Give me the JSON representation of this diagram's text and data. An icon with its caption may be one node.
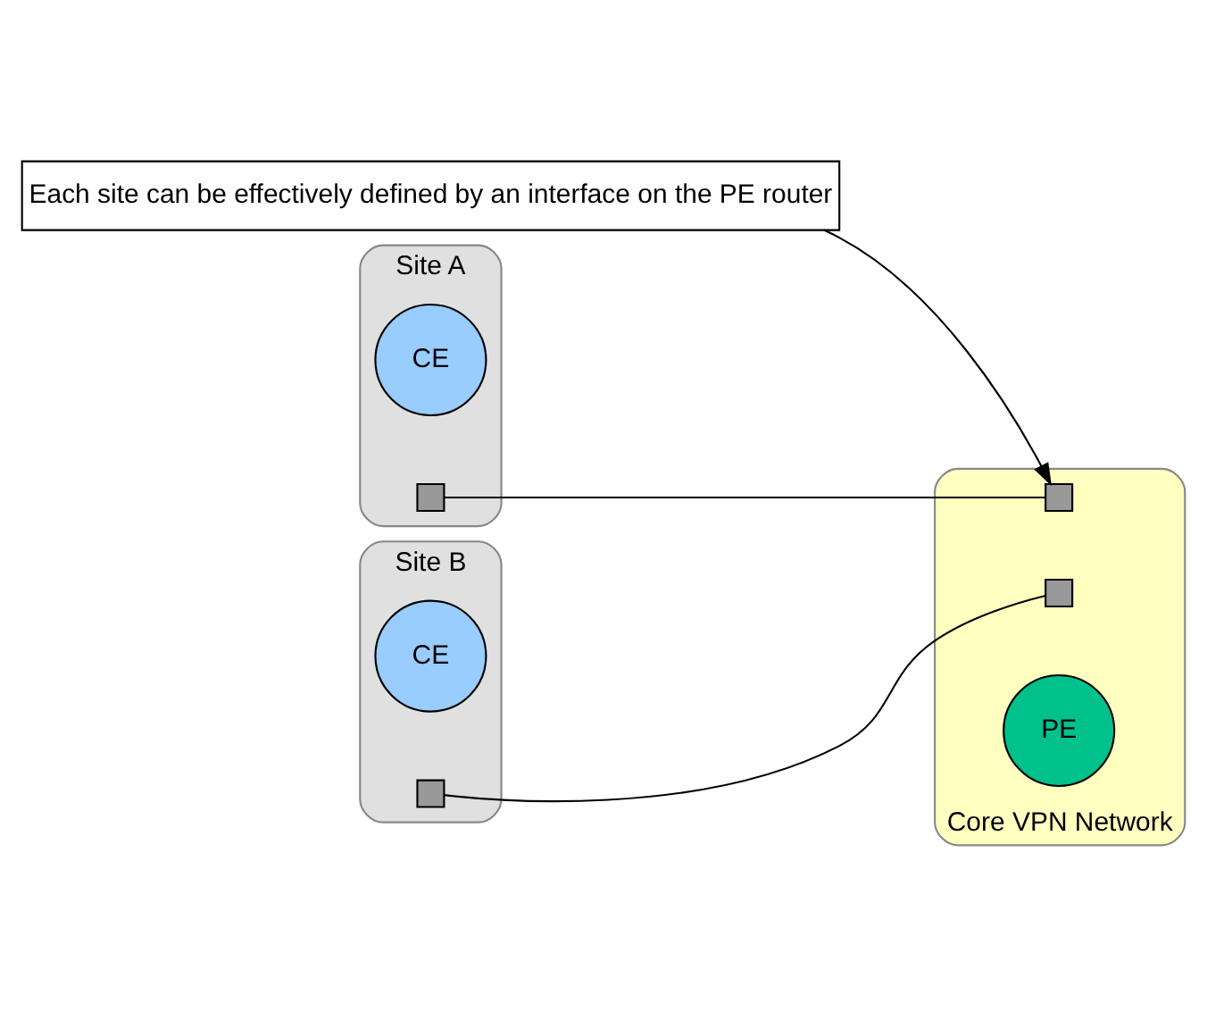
{
  "diagram": {
    "nodes": [
      {
        "text": [
          "Each site can be effectively defined by an interface on the PE router"
        ]
      },
      {
        "text": [
          "Site A"
        ]
      },
      {
        "text": [
          "CE"
        ],
        "in": 1
      },
      {
        "text": [],
        "shape": "box",
        "in": 1
      },
      {
        "text": [
          "Core VPN Network"
        ]
      },
      {
        "text": [],
        "shape": "box",
        "in": 4
      },
      {
        "text": [],
        "shape": "box",
        "in": 4
      },
      {
        "text": [
          "PE"
        ],
        "in": 4
      },
      {
        "text": [
          "Site B"
        ]
      },
      {
        "text": [
          "CE"
        ],
        "in": 8
      },
      {
        "text": [],
        "shape": "box",
        "in": 8
      }
    ],
    "edges": [
      {
        "from": 0,
        "to": 5,
        "arrow": "to"
      },
      {
        "from": 3,
        "to": 5,
        "arrow": "none"
      },
      {
        "from": 10,
        "to": 6,
        "arrow": "none"
      }
    ]
  }
}
